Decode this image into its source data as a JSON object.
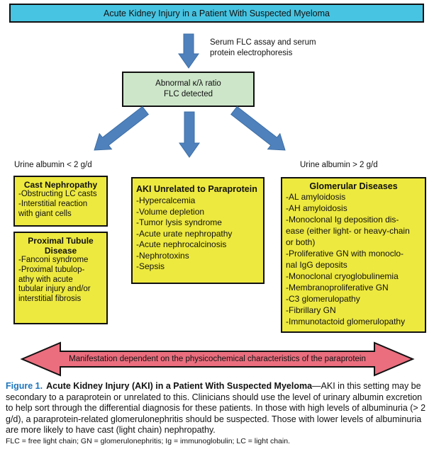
{
  "palette": {
    "titlebar_bg": "#47c4e2",
    "detect_box_bg": "#cde6c9",
    "list_box_bg": "#ede93f",
    "flow_arrow_blue": "#4f81bd",
    "bottom_arrow_red": "#ea6e7e",
    "figure_label_blue": "#1c75bc"
  },
  "header": {
    "title": "Acute Kidney Injury in a Patient With Suspected Myeloma"
  },
  "flow": {
    "assay_label": "Serum FLC assay and serum\nprotein electrophoresis",
    "detection_box": {
      "line1": "Abnormal κ/λ ratio",
      "line2": "FLC detected"
    },
    "left_branch_label": "Urine albumin < 2 g/d",
    "right_branch_label": "Urine albumin > 2 g/d",
    "boxes": {
      "cast_nephropathy": {
        "title": "Cast Nephropathy",
        "items": [
          "-Obstructing LC casts",
          "-Interstitial reaction",
          "with giant cells"
        ]
      },
      "proximal_tubule": {
        "title": "Proximal Tubule\nDisease",
        "items": [
          "-Fanconi syndrome",
          "-Proximal tubulop-",
          "athy with acute",
          "tubular injury and/or",
          "interstitial fibrosis"
        ]
      },
      "aki_unrelated": {
        "title": "AKI Unrelated to Paraprotein",
        "items": [
          "-Hypercalcemia",
          "-Volume depletion",
          "-Tumor lysis syndrome",
          "-Acute urate nephropathy",
          "-Acute nephrocalcinosis",
          "-Nephrotoxins",
          "-Sepsis"
        ]
      },
      "glomerular_diseases": {
        "title": "Glomerular Diseases",
        "items": [
          "-AL amyloidosis",
          "-AH amyloidosis",
          "-Monoclonal Ig deposition dis-",
          "ease (either light- or heavy-chain",
          "or both)",
          "-Proliferative GN with monoclo-",
          "nal IgG deposits",
          "-Monoclonal cryoglobulinemia",
          "-Membranoproliferative GN",
          "-C3 glomerulopathy",
          "-Fibrillary GN",
          "-Immunotactoid glomerulopathy"
        ]
      }
    },
    "bottom_arrow_label": "Manifestation dependent on the physicochemical characteristics of the paraprotein"
  },
  "caption": {
    "figure_label": "Figure 1.",
    "bold_title": "Acute Kidney Injury (AKI) in a Patient With Suspected Myeloma",
    "body": "—AKI in this setting may be secondary to a paraprotein or unrelated to this. Clinicians should use the level of urinary albumin excretion to help sort through the differential diagnosis for these patients. In those with high levels of albuminuria (> 2 g/d), a paraprotein-related glomerulonephritis should be suspected. Those with lower levels of albuminuria are more likely to have cast (light chain) nephropathy.",
    "footnote": "FLC = free light chain; GN = glomerulonephritis; Ig = immunoglobulin; LC = light chain."
  }
}
